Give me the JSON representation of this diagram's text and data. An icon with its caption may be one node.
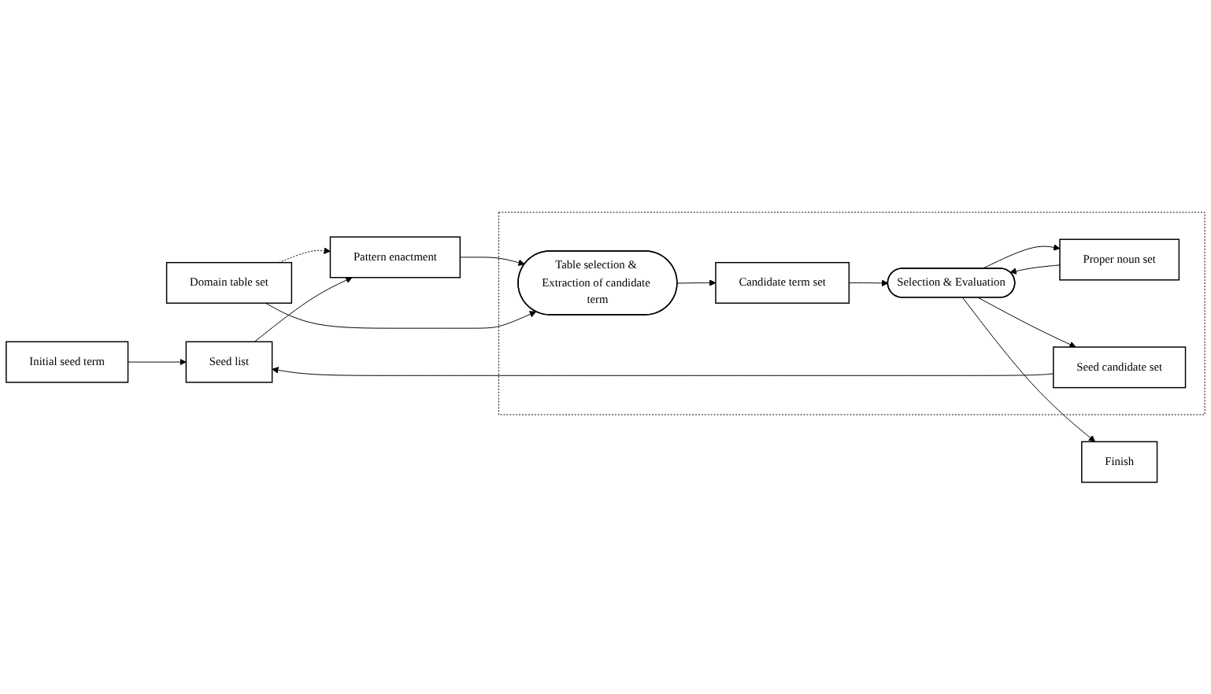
{
  "diagram": {
    "nodes": [
      {
        "text": [
          "Initial seed term"
        ]
      },
      {
        "text": [
          "Domain table set"
        ]
      },
      {
        "text": [
          "Pattern enactment"
        ]
      },
      {
        "text": [],
        "shape": "box"
      },
      {
        "text": [
          "Seed list"
        ]
      },
      {
        "text": [
          "Table selection & Extraction of candidate term"
        ],
        "in": 3
      },
      {
        "text": [
          "Candidate term set"
        ],
        "in": 3
      },
      {
        "text": [
          "Proper noun set"
        ],
        "in": 3
      },
      {
        "text": [
          "Selection & Evaluation"
        ],
        "in": 3
      },
      {
        "text": [
          "Finish"
        ]
      },
      {
        "text": [
          "Seed candidate set"
        ],
        "in": 3
      }
    ],
    "edges": [
      {
        "from": 0,
        "to": 4,
        "arrow": "to"
      },
      {
        "from": 1,
        "to": 2,
        "arrow": "to",
        "style": "dashed"
      },
      {
        "from": 4,
        "to": 2,
        "arrow": "to"
      },
      {
        "from": 2,
        "to": 5,
        "arrow": "to"
      },
      {
        "from": 1,
        "to": 5,
        "arrow": "to"
      },
      {
        "from": 5,
        "to": 6,
        "arrow": "to"
      },
      {
        "from": 6,
        "to": 8,
        "arrow": "to"
      },
      {
        "from": 8,
        "to": 7,
        "arrow": "to"
      },
      {
        "from": 7,
        "to": 8,
        "arrow": "to"
      },
      {
        "from": 8,
        "to": 9,
        "arrow": "to"
      },
      {
        "from": 8,
        "to": 10,
        "arrow": "to"
      },
      {
        "from": 10,
        "to": 4,
        "arrow": "to"
      }
    ]
  }
}
